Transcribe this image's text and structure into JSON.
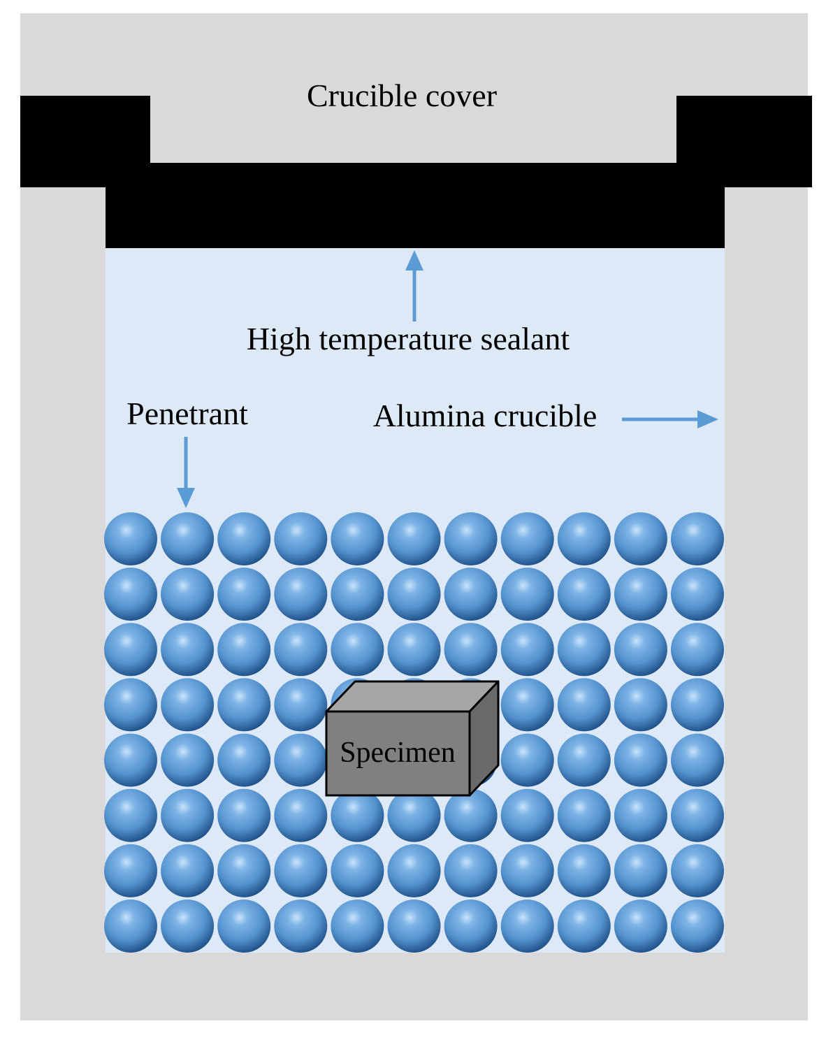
{
  "labels": {
    "crucible_cover": "Crucible cover",
    "sealant": "High temperature sealant",
    "penetrant": "Penetrant",
    "alumina_crucible": "Alumina crucible",
    "specimen": "Specimen"
  },
  "colors": {
    "crucible_wall": "#d9d9d9",
    "interior": "#dde9f6",
    "cover": "#000000",
    "arrow": "#5b9bd5",
    "ball_light": "#c9e4fa",
    "ball_mid": "#5593cf",
    "ball_dark": "#1e4f86",
    "specimen_front": "#808080",
    "specimen_top": "#a6a6a6",
    "specimen_side": "#6a6a6a"
  },
  "penetrant_grid": {
    "rows": 8,
    "cols": 11
  }
}
